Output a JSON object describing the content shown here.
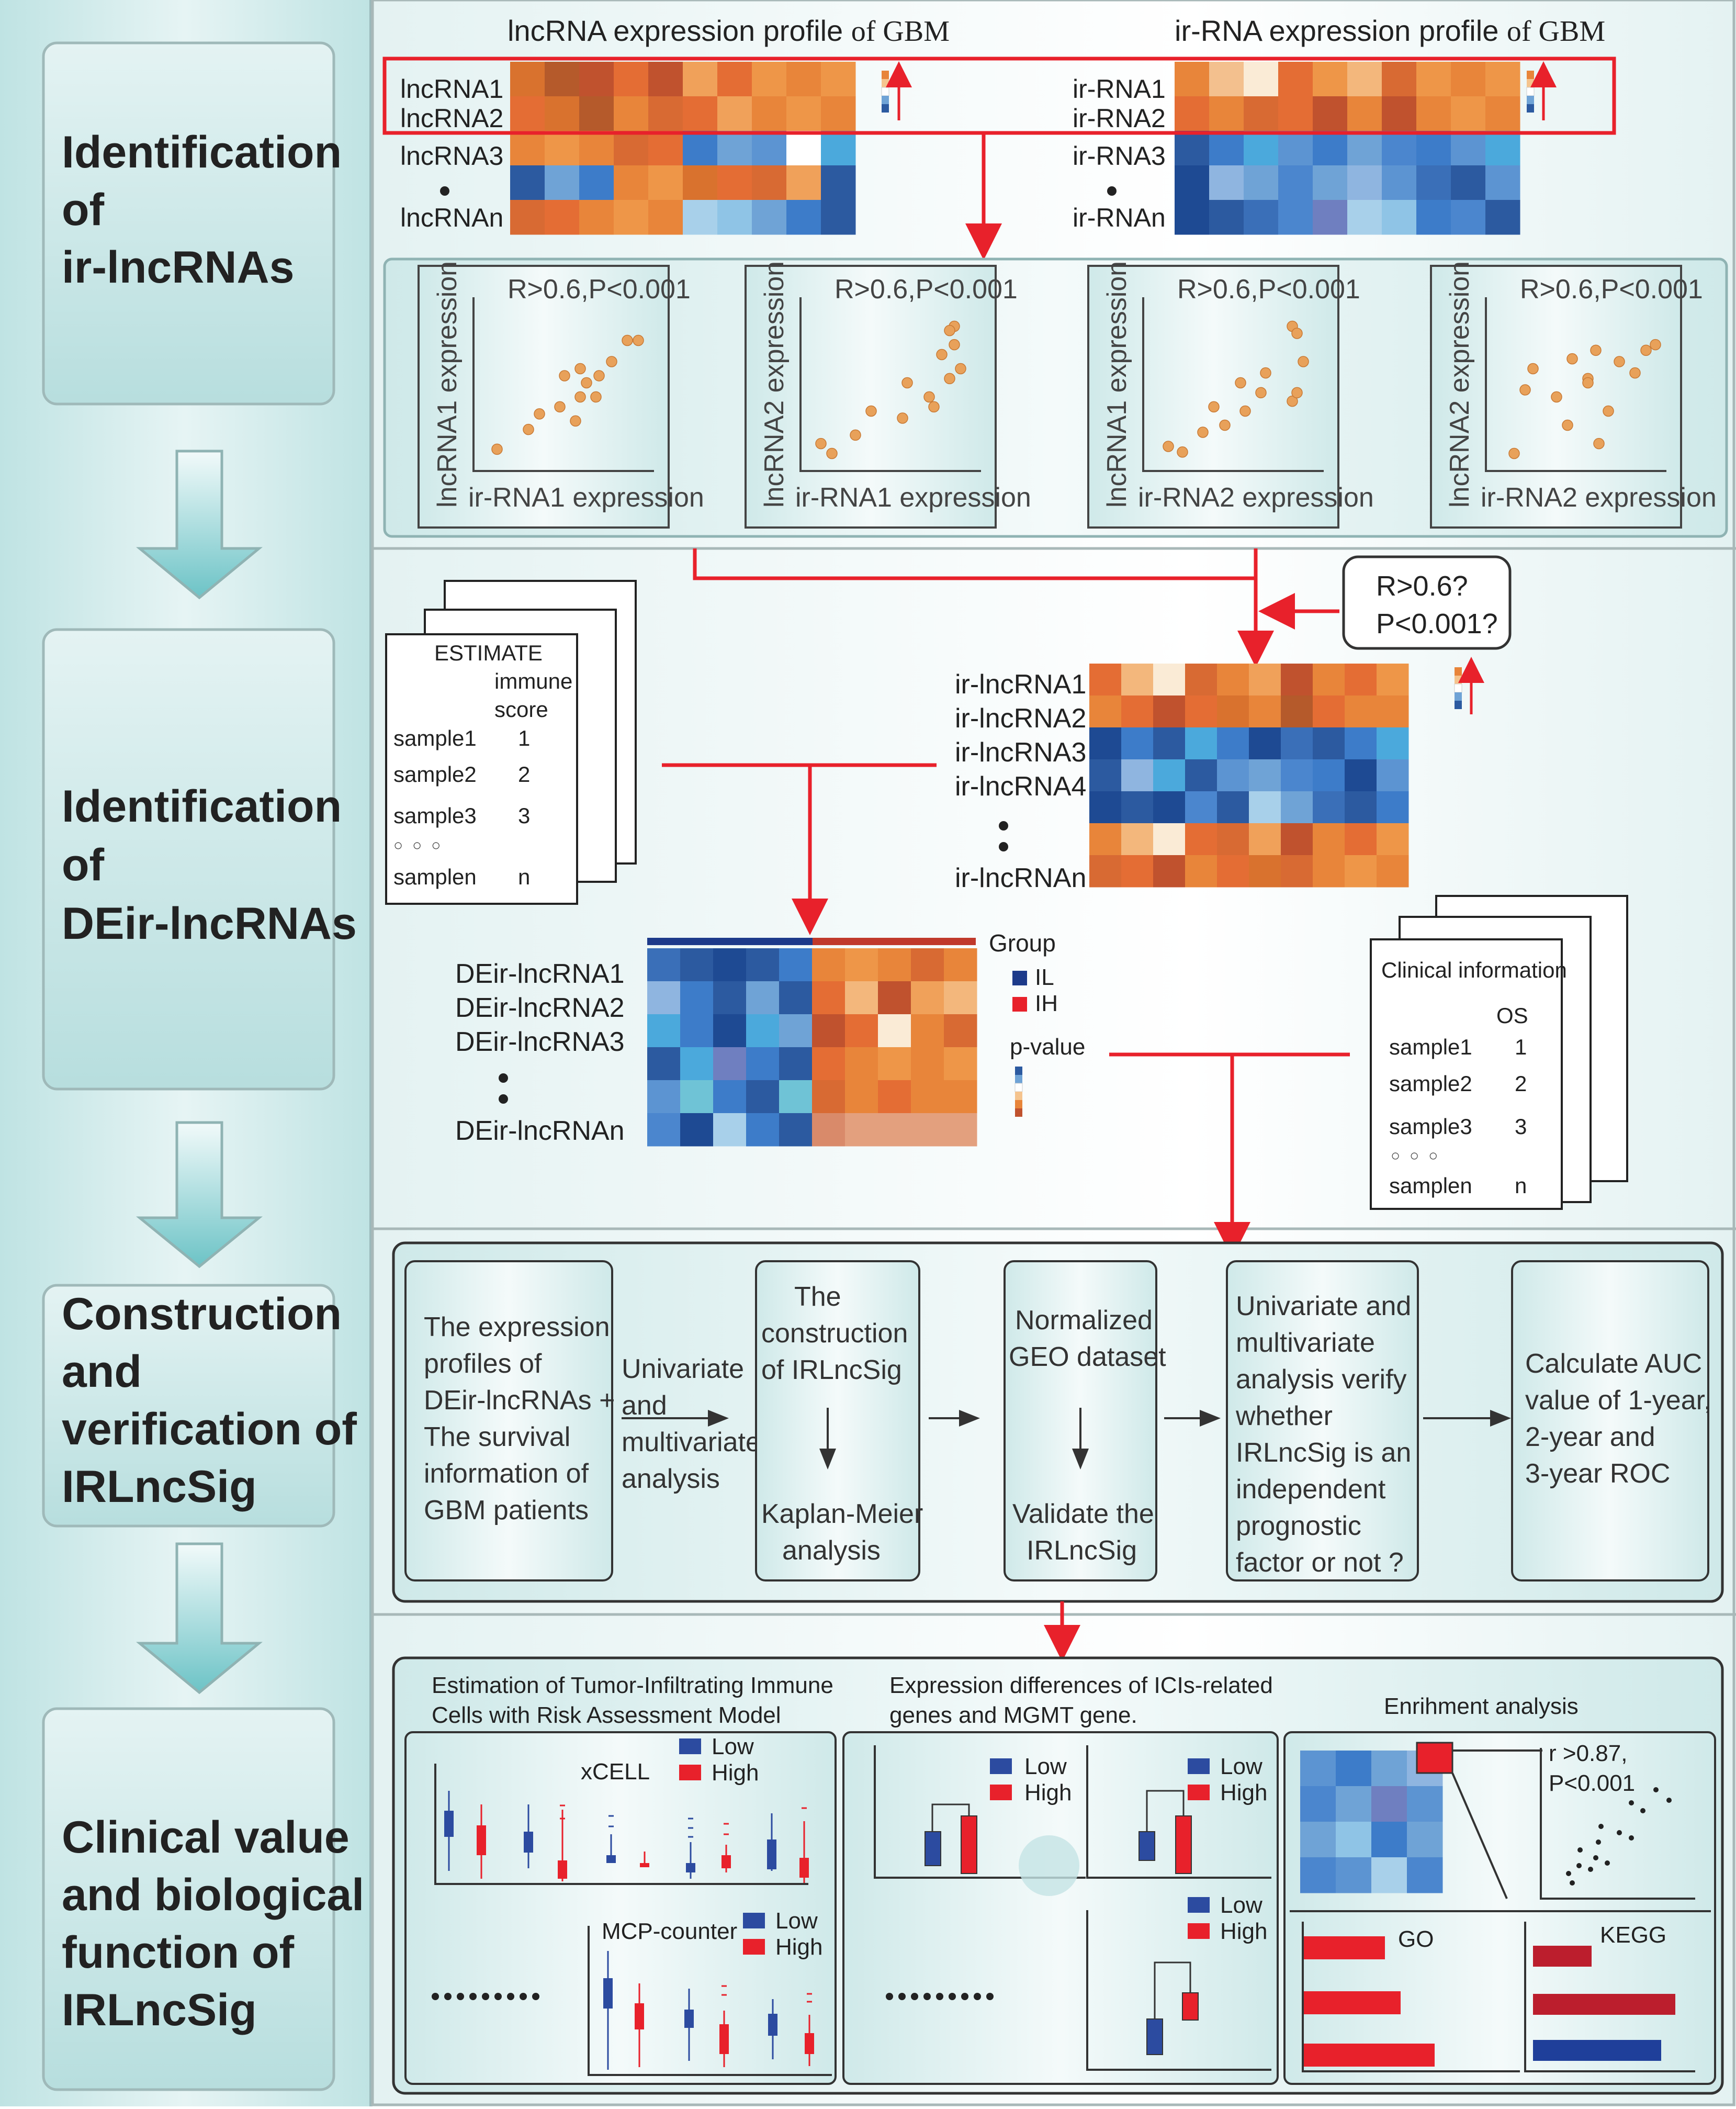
{
  "colors": {
    "red": "#E8212B",
    "orange": "#E8853A",
    "blue": "#2C5AA0",
    "panel_bg": "#D7EEEE",
    "stage_box": "#CBE9E9"
  },
  "stages": [
    {
      "lines": [
        "Identification",
        "of",
        "ir-lncRNAs"
      ]
    },
    {
      "lines": [
        "Identification",
        "of",
        "DEir-lncRNAs"
      ]
    },
    {
      "lines": [
        "Construction",
        "and",
        "verification of",
        "IRLncSig"
      ]
    },
    {
      "lines": [
        "Clinical value",
        "and biological",
        "function of",
        "IRLncSig"
      ]
    }
  ],
  "section1": {
    "lnc_title": "lncRNA expression profile",
    "lnc_title_of": "of GBM",
    "ir_title": "ir-RNA expression profile",
    "ir_title_of": "of GBM",
    "lnc_labels": [
      "lncRNA1",
      "lncRNA2",
      "lncRNA3",
      "lncRNAn"
    ],
    "ir_labels": [
      "ir-RNA1",
      "ir-RNA2",
      "ir-RNA3",
      "ir-RNAn"
    ],
    "scatter_plots": [
      {
        "stat": "R>0.6,P<0.001",
        "xlabel": "ir-RNA1 expression",
        "ylabel": "lncRNA1 expression"
      },
      {
        "stat": "R>0.6,P<0.001",
        "xlabel": "ir-RNA1 expression",
        "ylabel": "lncRNA2 expression"
      },
      {
        "stat": "R>0.6,P<0.001",
        "xlabel": "ir-RNA2 expression",
        "ylabel": "lncRNA1 expression"
      },
      {
        "stat": "R>0.6,P<0.001",
        "xlabel": "ir-RNA2 expression",
        "ylabel": "lncRNA2 expression"
      }
    ]
  },
  "section2": {
    "criteria": [
      "R>0.6?",
      "P<0.001?"
    ],
    "estimate": {
      "title": "ESTIMATE",
      "col_header": [
        "immune",
        "score"
      ],
      "rows": [
        [
          "sample1",
          "1"
        ],
        [
          "sample2",
          "2"
        ],
        [
          "sample3",
          "3"
        ],
        [
          "samplen",
          "n"
        ]
      ]
    },
    "ir_lnc_labels": [
      "ir-lncRNA1",
      "ir-lncRNA2",
      "ir-lncRNA3",
      "ir-lncRNA4",
      "ir-lncRNAn"
    ],
    "de_labels": [
      "DEir-lncRNA1",
      "DEir-lncRNA2",
      "DEir-lncRNA3",
      "DEir-lncRNAn"
    ],
    "legend": {
      "group": "Group",
      "il": "IL",
      "ih": "IH",
      "pvalue": "p-value"
    },
    "clinical": {
      "title": "Clinical information",
      "col_header": "OS",
      "rows": [
        [
          "sample1",
          "1"
        ],
        [
          "sample2",
          "2"
        ],
        [
          "sample3",
          "3"
        ],
        [
          "samplen",
          "n"
        ]
      ]
    }
  },
  "section3": {
    "box1": [
      "The expression",
      "profiles of",
      "DEir-lncRNAs +",
      "The survival",
      "information of",
      "GBM patients"
    ],
    "arrow_text": [
      "Univariate",
      "and",
      "multivariate",
      "analysis"
    ],
    "box2_top": [
      "The",
      "construction",
      "of  IRLncSig"
    ],
    "box2_bottom": [
      "Kaplan-Meier",
      "analysis"
    ],
    "box3_top": [
      "Normalized",
      "GEO dataset"
    ],
    "box3_bottom": [
      "Validate the",
      "IRLncSig"
    ],
    "box4": [
      "Univariate and",
      "multivariate",
      "analysis verify",
      "whether",
      "IRLncSig is an",
      "independent",
      "prognostic",
      "factor or not ?"
    ],
    "box5": [
      "Calculate AUC",
      "value of 1-year,",
      "2-year and",
      "3-year ROC"
    ]
  },
  "section4": {
    "panel1_title": [
      "Estimation of Tumor-Infiltrating Immune",
      "Cells with Risk Assessment Model"
    ],
    "xcell": "xCELL",
    "mcp": "MCP-counter",
    "low": "Low",
    "high": "High",
    "panel2_title": [
      "Expression differences of ICIs-related",
      "genes and MGMT gene."
    ],
    "panel3_title": "Enrihment  analysis",
    "corr_text": [
      "r >0.87,",
      "P<0.001"
    ],
    "go": "GO",
    "kegg": "KEGG"
  }
}
